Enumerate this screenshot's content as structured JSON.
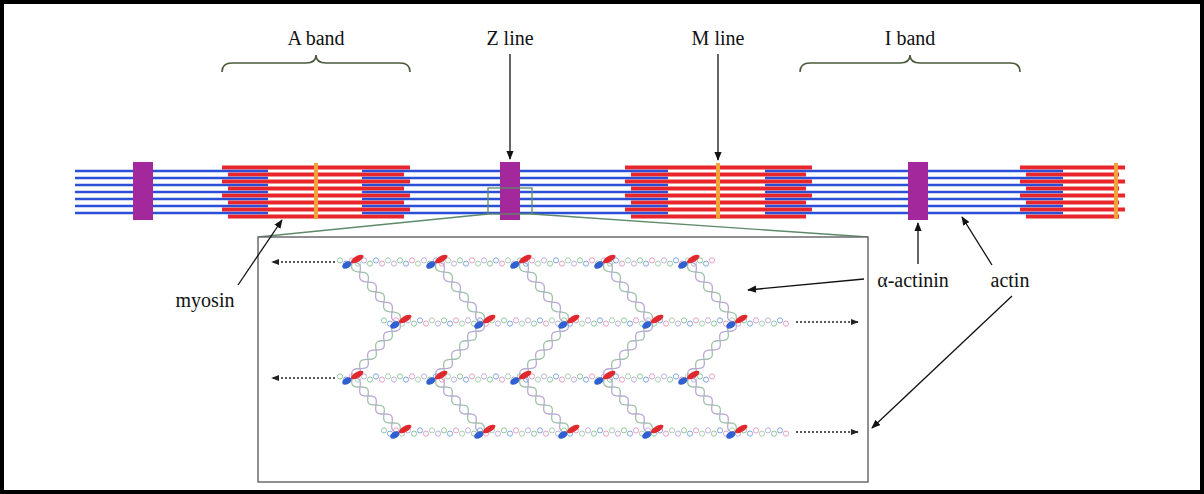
{
  "diagram": {
    "labels": [
      "A band",
      "Z line",
      "M line",
      "I band",
      "myosin",
      "α-actinin",
      "actin"
    ]
  }
}
